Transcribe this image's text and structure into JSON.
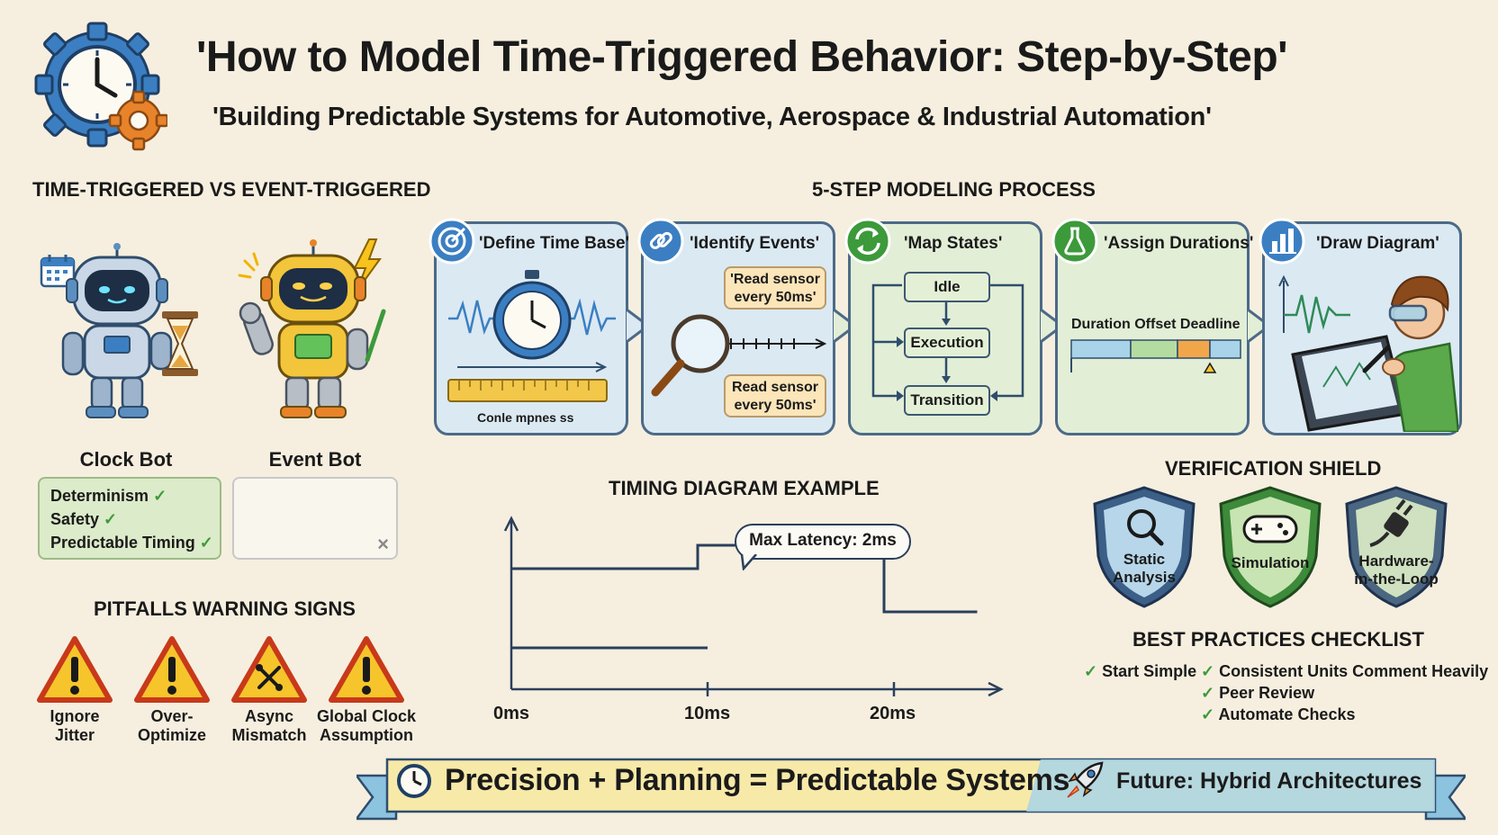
{
  "header": {
    "title": "'How to Model Time-Triggered Behavior: Step-by-Step'",
    "subtitle": "'Building Predictable Systems for Automotive, Aerospace & Industrial Automation'"
  },
  "comparison": {
    "heading": "TIME-TRIGGERED VS EVENT-TRIGGERED",
    "clock_bot": {
      "label": "Clock Bot",
      "items": [
        "Determinism",
        "Safety",
        "Predictable Timing"
      ]
    },
    "event_bot": {
      "label": "Event Bot"
    }
  },
  "process": {
    "heading": "5-STEP MODELING PROCESS",
    "steps": [
      {
        "title": "'Define Time Base'",
        "caption": "Conle mpnes ss"
      },
      {
        "title": "'Identify Events'",
        "bubbles": [
          "'Read sensor every 50ms'",
          "Read sensor every 50ms'"
        ]
      },
      {
        "title": "'Map States'",
        "states": [
          "Idle",
          "Execution",
          "Transition"
        ]
      },
      {
        "title": "'Assign Durations'",
        "bar_label": "Duration Offset Deadline"
      },
      {
        "title": "'Draw Diagram'"
      }
    ]
  },
  "pitfalls": {
    "heading": "PITFALLS WARNING SIGNS",
    "items": [
      {
        "line1": "Ignore",
        "line2": "Jitter"
      },
      {
        "line1": "Over-",
        "line2": "Optimize"
      },
      {
        "line1": "Async",
        "line2": "Mismatch"
      },
      {
        "line1": "Global Clock",
        "line2": "Assumption"
      }
    ]
  },
  "timing": {
    "heading": "TIMING DIAGRAM EXAMPLE",
    "callout": "Max Latency: 2ms",
    "x_ticks": [
      "0ms",
      "10ms",
      "20ms"
    ]
  },
  "chart_data": {
    "type": "line",
    "xlabel": "",
    "ylabel": "",
    "categories": [
      "0ms",
      "10ms",
      "20ms"
    ],
    "series": [
      {
        "x": [
          0,
          10,
          10,
          20,
          20,
          25
        ],
        "y": [
          1,
          1,
          2,
          2,
          0,
          0
        ]
      }
    ]
  },
  "verification": {
    "heading": "VERIFICATION SHIELD",
    "shields": [
      {
        "line1": "Static",
        "line2": "Analysis"
      },
      {
        "line1": "Simulation",
        "line2": ""
      },
      {
        "line1": "Hardware-",
        "line2": "in-the-Loop"
      }
    ]
  },
  "best_practices": {
    "heading": "BEST PRACTICES CHECKLIST",
    "col1": [
      "Start Simple"
    ],
    "col2": [
      "Consistent Units Comment Heavily",
      "Peer Review",
      "Automate Checks"
    ]
  },
  "banner": {
    "main": "Precision + Planning = Predictable Systems",
    "future": "Future: Hybrid Architectures"
  },
  "colors": {
    "background": "#f6efdf",
    "ink": "#1a1a1a",
    "step_blue": "#dbe9f3",
    "step_green": "#e2eed6",
    "warning": "#f5c52b",
    "banner_yellow": "#f7e9a8",
    "banner_blue": "#a9d3e8"
  }
}
